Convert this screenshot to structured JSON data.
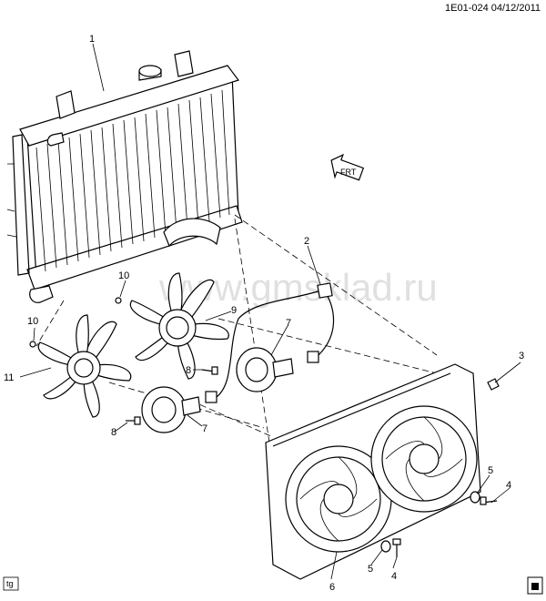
{
  "header": {
    "code": "1E01-024  04/12/2011"
  },
  "watermark": "www.gmsklad.ru",
  "corner_tag": "tg",
  "frt_label": "FRT",
  "callouts": {
    "c1": "1",
    "c2": "2",
    "c3": "3",
    "c4": "4",
    "c5a": "5",
    "c5b": "5",
    "c4b": "4",
    "c6": "6",
    "c7a": "7",
    "c7b": "7",
    "c8a": "8",
    "c8b": "8",
    "c9": "9",
    "c10a": "10",
    "c10b": "10",
    "c11": "11"
  }
}
